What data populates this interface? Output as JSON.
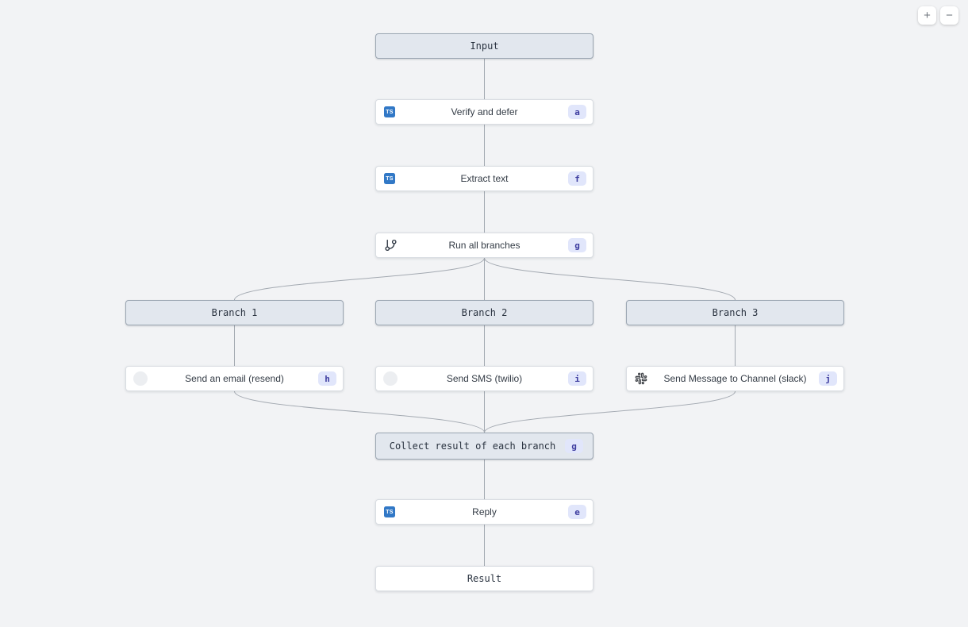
{
  "zoom_controls": {
    "zoom_in_label": "+",
    "zoom_out_label": "−"
  },
  "icons": {
    "typescript_label": "TS"
  },
  "nodes": {
    "input": {
      "label": "Input",
      "type": "group"
    },
    "verify": {
      "label": "Verify and defer",
      "badge": "a",
      "icon": "typescript-icon"
    },
    "extract": {
      "label": "Extract text",
      "badge": "f",
      "icon": "typescript-icon"
    },
    "run_branches": {
      "label": "Run all branches",
      "badge": "g",
      "icon": "git-branch-icon"
    },
    "branch_1": {
      "label": "Branch 1",
      "type": "group"
    },
    "branch_2": {
      "label": "Branch 2",
      "type": "group"
    },
    "branch_3": {
      "label": "Branch 3",
      "type": "group"
    },
    "send_email": {
      "label": "Send an email (resend)",
      "badge": "h",
      "icon": "resend-faded-icon"
    },
    "send_sms": {
      "label": "Send SMS (twilio)",
      "badge": "i",
      "icon": "twilio-faded-icon"
    },
    "send_slack": {
      "label": "Send Message to Channel (slack)",
      "badge": "j",
      "icon": "slack-icon"
    },
    "collect": {
      "label": "Collect result of each branch",
      "badge": "g",
      "type": "group"
    },
    "reply": {
      "label": "Reply",
      "badge": "e",
      "icon": "typescript-icon"
    },
    "result": {
      "label": "Result",
      "type": "io"
    }
  },
  "colors": {
    "background": "#f2f3f5",
    "group_node_bg": "#e2e7ee",
    "group_node_border": "#9ba6b2",
    "task_node_bg": "#ffffff",
    "task_node_border": "#d9dde2",
    "edge": "#a3a9b1",
    "badge_bg": "#e1e6fb",
    "badge_text": "#3d3c9f",
    "typescript_blue": "#3178c6"
  }
}
